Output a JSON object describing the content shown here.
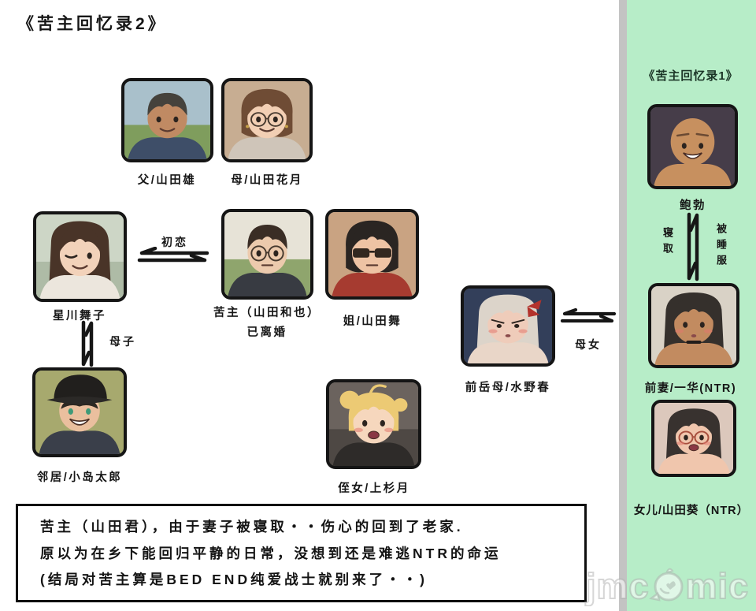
{
  "titles": {
    "main": "《苦主回忆录2》",
    "side": "《苦主回忆录1》"
  },
  "colors": {
    "panel_green": "#b7edc8",
    "divider_gray": "#c3c3c3",
    "side_title_text": "#1c3527",
    "arrow_black": "#161616",
    "portrait_border": "#151515"
  },
  "characters": [
    {
      "id": "father",
      "label": "父/山田雄",
      "avatar": {
        "bg": "#a9c0cb",
        "bg2": "#7f9d5d",
        "hair": "#45423c",
        "skin": "#c08a63",
        "shirt": "#3e4e68",
        "style": "short",
        "glasses": "none",
        "mouth": "smile",
        "flags": []
      }
    },
    {
      "id": "mother",
      "label": "母/山田花月",
      "avatar": {
        "bg": "#c7ad92",
        "hair": "#6f4c35",
        "skin": "#f2cfb4",
        "shirt": "#cfc5b9",
        "style": "bob",
        "glasses": "clear",
        "mouth": "smile",
        "flags": [
          "earrings"
        ]
      }
    },
    {
      "id": "maiko",
      "label": "星川舞子",
      "avatar": {
        "bg": "#cdd6c6",
        "bg2": "#aebba6",
        "hair": "#493428",
        "skin": "#f2d2ba",
        "shirt": "#ece6dd",
        "style": "long",
        "glasses": "none",
        "mouth": "smile",
        "flags": [
          "wink"
        ]
      }
    },
    {
      "id": "protagonist",
      "label": "苦主（山田和也）",
      "sublabel": "已离婚",
      "avatar": {
        "bg": "#e7e3d7",
        "bg2": "#8fa56d",
        "hair": "#3a2d25",
        "skin": "#eccaad",
        "shirt": "#383b42",
        "style": "short",
        "glasses": "clear",
        "mouth": "neutral",
        "flags": []
      }
    },
    {
      "id": "sister",
      "label": "姐/山田舞",
      "avatar": {
        "bg": "#c9a382",
        "hair": "#2a2522",
        "skin": "#eec3a4",
        "shirt": "#a63b30",
        "style": "bob",
        "glasses": "sun",
        "mouth": "neutral",
        "flags": []
      }
    },
    {
      "id": "mizuno",
      "label": "前岳母/水野春",
      "avatar": {
        "bg": "#333f5a",
        "hair": "#dcd4ca",
        "skin": "#efccba",
        "shirt": "#e9d6c8",
        "style": "long",
        "glasses": "none",
        "mouth": "small",
        "flags": [
          "sad",
          "blush",
          "ribbon"
        ]
      }
    },
    {
      "id": "kojima",
      "label": "邻居/小岛太郎",
      "avatar": {
        "bg": "#a7a96e",
        "hair": "#2c2722",
        "skin": "#eabf9e",
        "shirt": "#3a3f4a",
        "style": "cap",
        "glasses": "none",
        "mouth": "grin",
        "eye": "#3f9a78",
        "flags": []
      }
    },
    {
      "id": "uesugi",
      "label": "侄女/上杉月",
      "avatar": {
        "bg": "#6b635e",
        "bg2": "#4e4844",
        "hair": "#ecca74",
        "skin": "#f6d7bd",
        "shirt": "#2e2b29",
        "style": "buns",
        "glasses": "none",
        "mouth": "open",
        "flags": [
          "blush",
          "ahoge"
        ]
      }
    },
    {
      "id": "bob",
      "label": "鲍勃",
      "avatar": {
        "bg": "#463d49",
        "hair": "#c7905f",
        "skin": "#c7905f",
        "shirt": "#c7905f",
        "style": "bald",
        "glasses": "none",
        "mouth": "grin",
        "flags": []
      }
    },
    {
      "id": "ichika",
      "label": "前妻/一华(NTR)",
      "avatar": {
        "bg": "#d9d2c6",
        "hair": "#35302c",
        "skin": "#c28b60",
        "shirt": "#c28b60",
        "style": "long",
        "glasses": "none",
        "mouth": "small",
        "flags": [
          "blush",
          "choker"
        ]
      }
    },
    {
      "id": "aoi",
      "label": "女儿/山田葵（NTR）",
      "avatar": {
        "bg": "#dcc8bc",
        "hair": "#38322f",
        "skin": "#f0c6ad",
        "shirt": "#f0c6ad",
        "style": "long",
        "glasses": "red",
        "mouth": "open",
        "flags": [
          "blush"
        ]
      }
    }
  ],
  "relations": {
    "first_love": "初恋",
    "mother_son": "母子",
    "mother_daughter": "母女",
    "netori": "寝取",
    "seduced": "被睡服"
  },
  "description": {
    "lines": [
      "苦主（山田君），由于妻子被寝取・・伤心的回到了老家.",
      "原以为在乡下能回归平静的日常，没想到还是难逃NTR的命运",
      "(结局对苦主算是BED END纯爱战士就别来了・・)"
    ]
  },
  "watermark": {
    "left": "jmc",
    "right": "mic",
    "mascot": "bird-logo"
  }
}
